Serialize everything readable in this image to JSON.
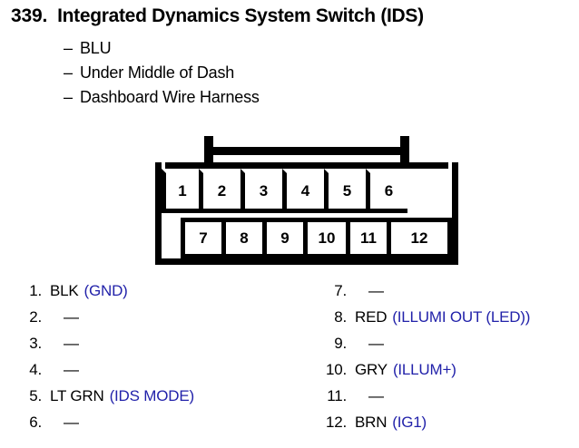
{
  "header": {
    "number": "339.",
    "title": "Integrated Dynamics System Switch (IDS)",
    "bullets": [
      {
        "dash": "–",
        "text": "BLU"
      },
      {
        "dash": "–",
        "text": "Under Middle of Dash"
      },
      {
        "dash": "–",
        "text": "Dashboard Wire Harness"
      }
    ]
  },
  "connector": {
    "top_row": [
      "1",
      "2",
      "3",
      "4",
      "5",
      "6",
      ""
    ],
    "bottom_row": [
      "",
      "7",
      "8",
      "9",
      "10",
      "11",
      "12"
    ]
  },
  "pins_left": [
    {
      "num": "1.",
      "wire": "BLK",
      "function": "(GND)",
      "empty": ""
    },
    {
      "num": "2.",
      "wire": "",
      "function": "",
      "empty": "—"
    },
    {
      "num": "3.",
      "wire": "",
      "function": "",
      "empty": "—"
    },
    {
      "num": "4.",
      "wire": "",
      "function": "",
      "empty": "—"
    },
    {
      "num": "5.",
      "wire": "LT GRN",
      "function": "(IDS MODE)",
      "empty": ""
    },
    {
      "num": "6.",
      "wire": "",
      "function": "",
      "empty": "—"
    }
  ],
  "pins_right": [
    {
      "num": "7.",
      "wire": "",
      "function": "",
      "empty": "—"
    },
    {
      "num": "8.",
      "wire": "RED",
      "function": "(ILLUMI OUT (LED))",
      "empty": ""
    },
    {
      "num": "9.",
      "wire": "",
      "function": "",
      "empty": "—"
    },
    {
      "num": "10.",
      "wire": "GRY",
      "function": "(ILLUM+)",
      "empty": ""
    },
    {
      "num": "11.",
      "wire": "",
      "function": "",
      "empty": "—"
    },
    {
      "num": "12.",
      "wire": "BRN",
      "function": "(IG1)",
      "empty": ""
    }
  ],
  "colors": {
    "text": "#000000",
    "function": "#2222aa",
    "background": "#ffffff"
  }
}
